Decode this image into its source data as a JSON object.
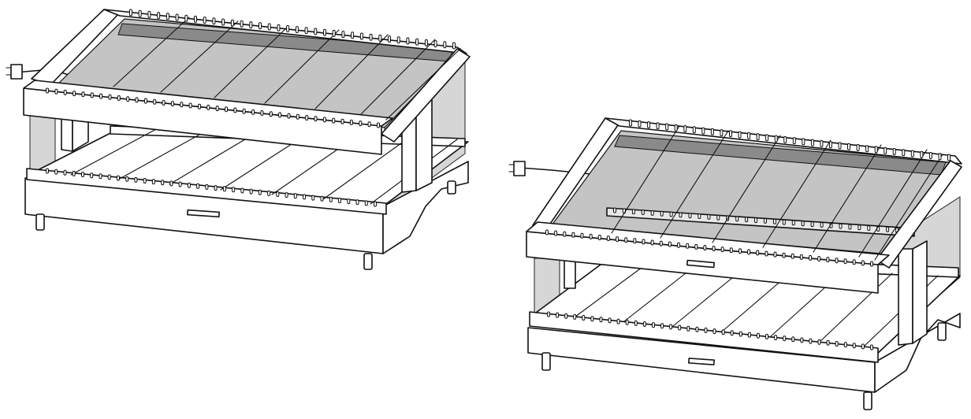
{
  "figure": {
    "views": [
      {
        "id": "left",
        "shelves": 2,
        "rods_per_shelf": 7,
        "cord": true
      },
      {
        "id": "right",
        "shelves": 2,
        "rods_per_shelf": 7,
        "cord": true
      }
    ],
    "colors": {
      "line": "#111111",
      "glass": "#c4c4c4",
      "glass_dark": "#8a8a8a",
      "side_glass": "#d6d6d6",
      "body": "#ffffff"
    }
  }
}
